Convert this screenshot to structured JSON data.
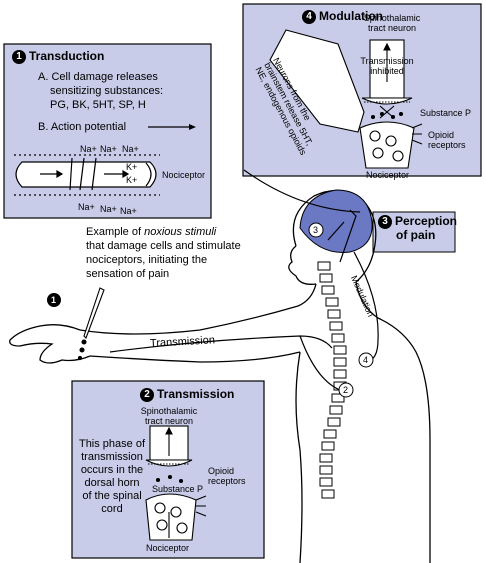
{
  "transduction": {
    "number": "1",
    "title": "Transduction",
    "item_a_line1": "A. Cell damage releases",
    "item_a_line2": "sensitizing substances:",
    "item_a_line3": "PG, BK, 5HT, SP, H",
    "item_b": "B. Action potential",
    "nociceptor_label": "Nociceptor",
    "ions": [
      "Na+",
      "Na+",
      "Na+",
      "K+",
      "K+",
      "Na+",
      "Na+",
      "Na+"
    ]
  },
  "modulation": {
    "number": "4",
    "title": "Modulation",
    "spinothalamic_line1": "Spinothalamic",
    "spinothalamic_line2": "tract neuron",
    "transmission_inhibited_line1": "Transmission",
    "transmission_inhibited_line2": "inhibited",
    "neurons_line1": "Neurons from the",
    "neurons_line2": "brainstem release 5HT,",
    "neurons_line3": "NE, endogenous opioids",
    "substance_p": "Substance P",
    "opioid_line1": "Opioid",
    "opioid_line2": "receptors",
    "nociceptor_label": "Nociceptor"
  },
  "perception": {
    "number": "3",
    "line1": "Perception",
    "line2": "of pain",
    "brain_marker": "3"
  },
  "stimuli": {
    "line1_prefix": "Example of ",
    "line1_italic": "noxious stimuli",
    "line2": "that damage cells and stimulate",
    "line3": "nociceptors, initiating the",
    "line4": "sensation of pain",
    "marker": "1"
  },
  "path_labels": {
    "transmission": "Transmission",
    "modulation": "Modulation",
    "marker_2": "2",
    "marker_4": "4"
  },
  "transmission_box": {
    "number": "2",
    "title": "Transmission",
    "spinothalamic_line1": "Spinothalamic",
    "spinothalamic_line2": "tract neuron",
    "phase_line1": "This phase of",
    "phase_line2": "transmission",
    "phase_line3": "occurs in the",
    "phase_line4": "dorsal horn",
    "phase_line5": "of the spinal",
    "phase_line6": "cord",
    "opioid_line1": "Opioid",
    "opioid_line2": "receptors",
    "substance_p": "Substance P",
    "nociceptor_label": "Nociceptor"
  },
  "colors": {
    "panel_fill": "#c8cce8",
    "brain_fill": "#6b78c4",
    "line": "#000000"
  }
}
